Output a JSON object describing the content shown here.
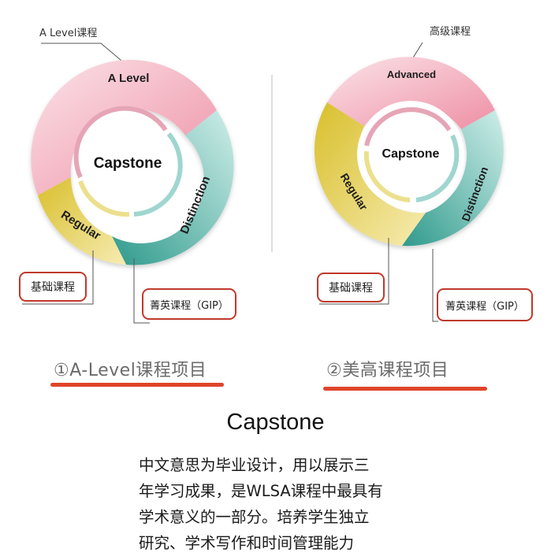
{
  "colors": {
    "pink": "#f2a9b8",
    "teal": "#4fb5a8",
    "yellow": "#dcc53b",
    "accent_red": "#e0452a",
    "box_border": "#c0392b"
  },
  "left_diagram": {
    "callout_top": "A Level课程",
    "segments": {
      "top": "A Level",
      "right": "Distinction",
      "left": "Regular"
    },
    "center": "Capstone",
    "box_left": "基础课程",
    "box_right": "菁英课程（GIP）",
    "caption": "①A-Level课程项目"
  },
  "right_diagram": {
    "callout_top": "高级课程",
    "segments": {
      "top": "Advanced",
      "right": "Distinction",
      "left": "Regular"
    },
    "center": "Capstone",
    "box_left": "基础课程",
    "box_right": "菁英课程（GIP）",
    "caption": "②美高课程项目"
  },
  "section": {
    "title": "Capstone",
    "description_lines": [
      "中文意思为毕业设计，用以展示三",
      "年学习成果，是WLSA课程中最具有",
      "学术意义的一部分。培养学生独立",
      "研究、学术写作和时间管理能力"
    ]
  }
}
